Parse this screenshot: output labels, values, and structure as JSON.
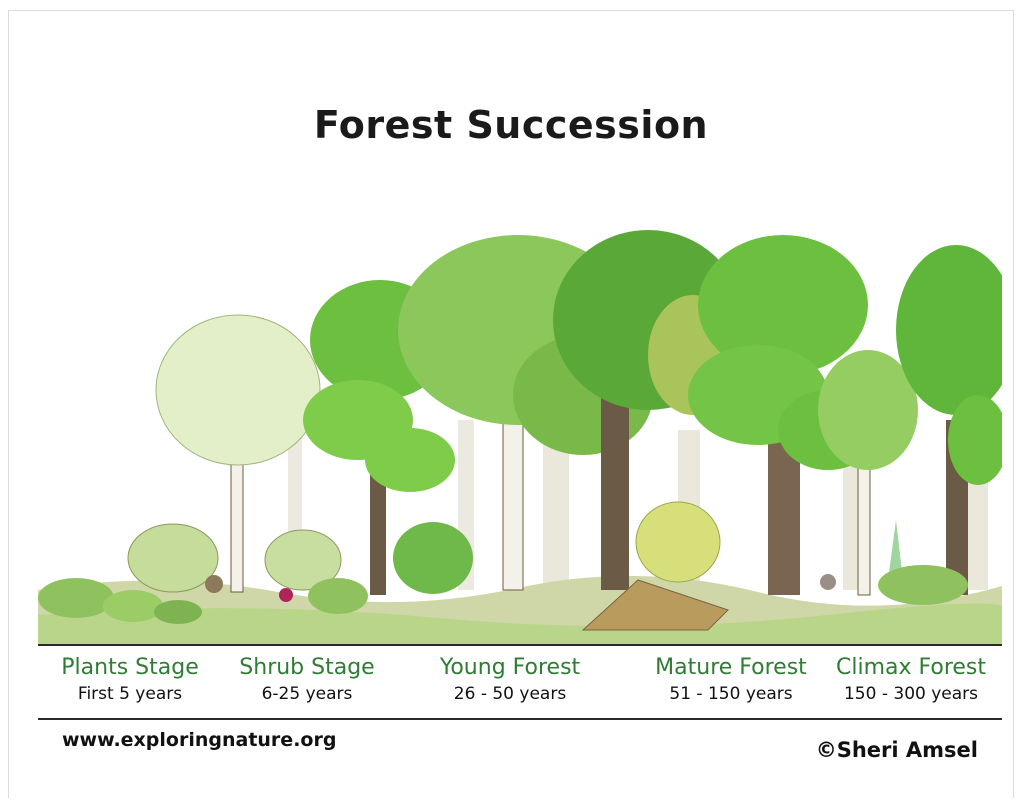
{
  "title": "Forest Succession",
  "stages": [
    {
      "name": "Plants Stage",
      "years": "First 5 years"
    },
    {
      "name": "Shrub Stage",
      "years": "6-25 years"
    },
    {
      "name": "Young Forest",
      "years": "26 - 50 years"
    },
    {
      "name": "Mature Forest",
      "years": "51 - 150 years"
    },
    {
      "name": "Climax Forest",
      "years": "150 - 300 years"
    }
  ],
  "footer": {
    "website": "www.exploringnature.org",
    "copyright": "©Sheri Amsel"
  },
  "colors": {
    "stage_label": "#2e7d32",
    "foliage_light": "#a5d66b",
    "foliage_mid": "#6cbf3f",
    "foliage_dark": "#3f8f2a",
    "trunk": "#6b5a45",
    "birch_trunk": "#f4f1e8",
    "ground": "#cfd7a8"
  }
}
